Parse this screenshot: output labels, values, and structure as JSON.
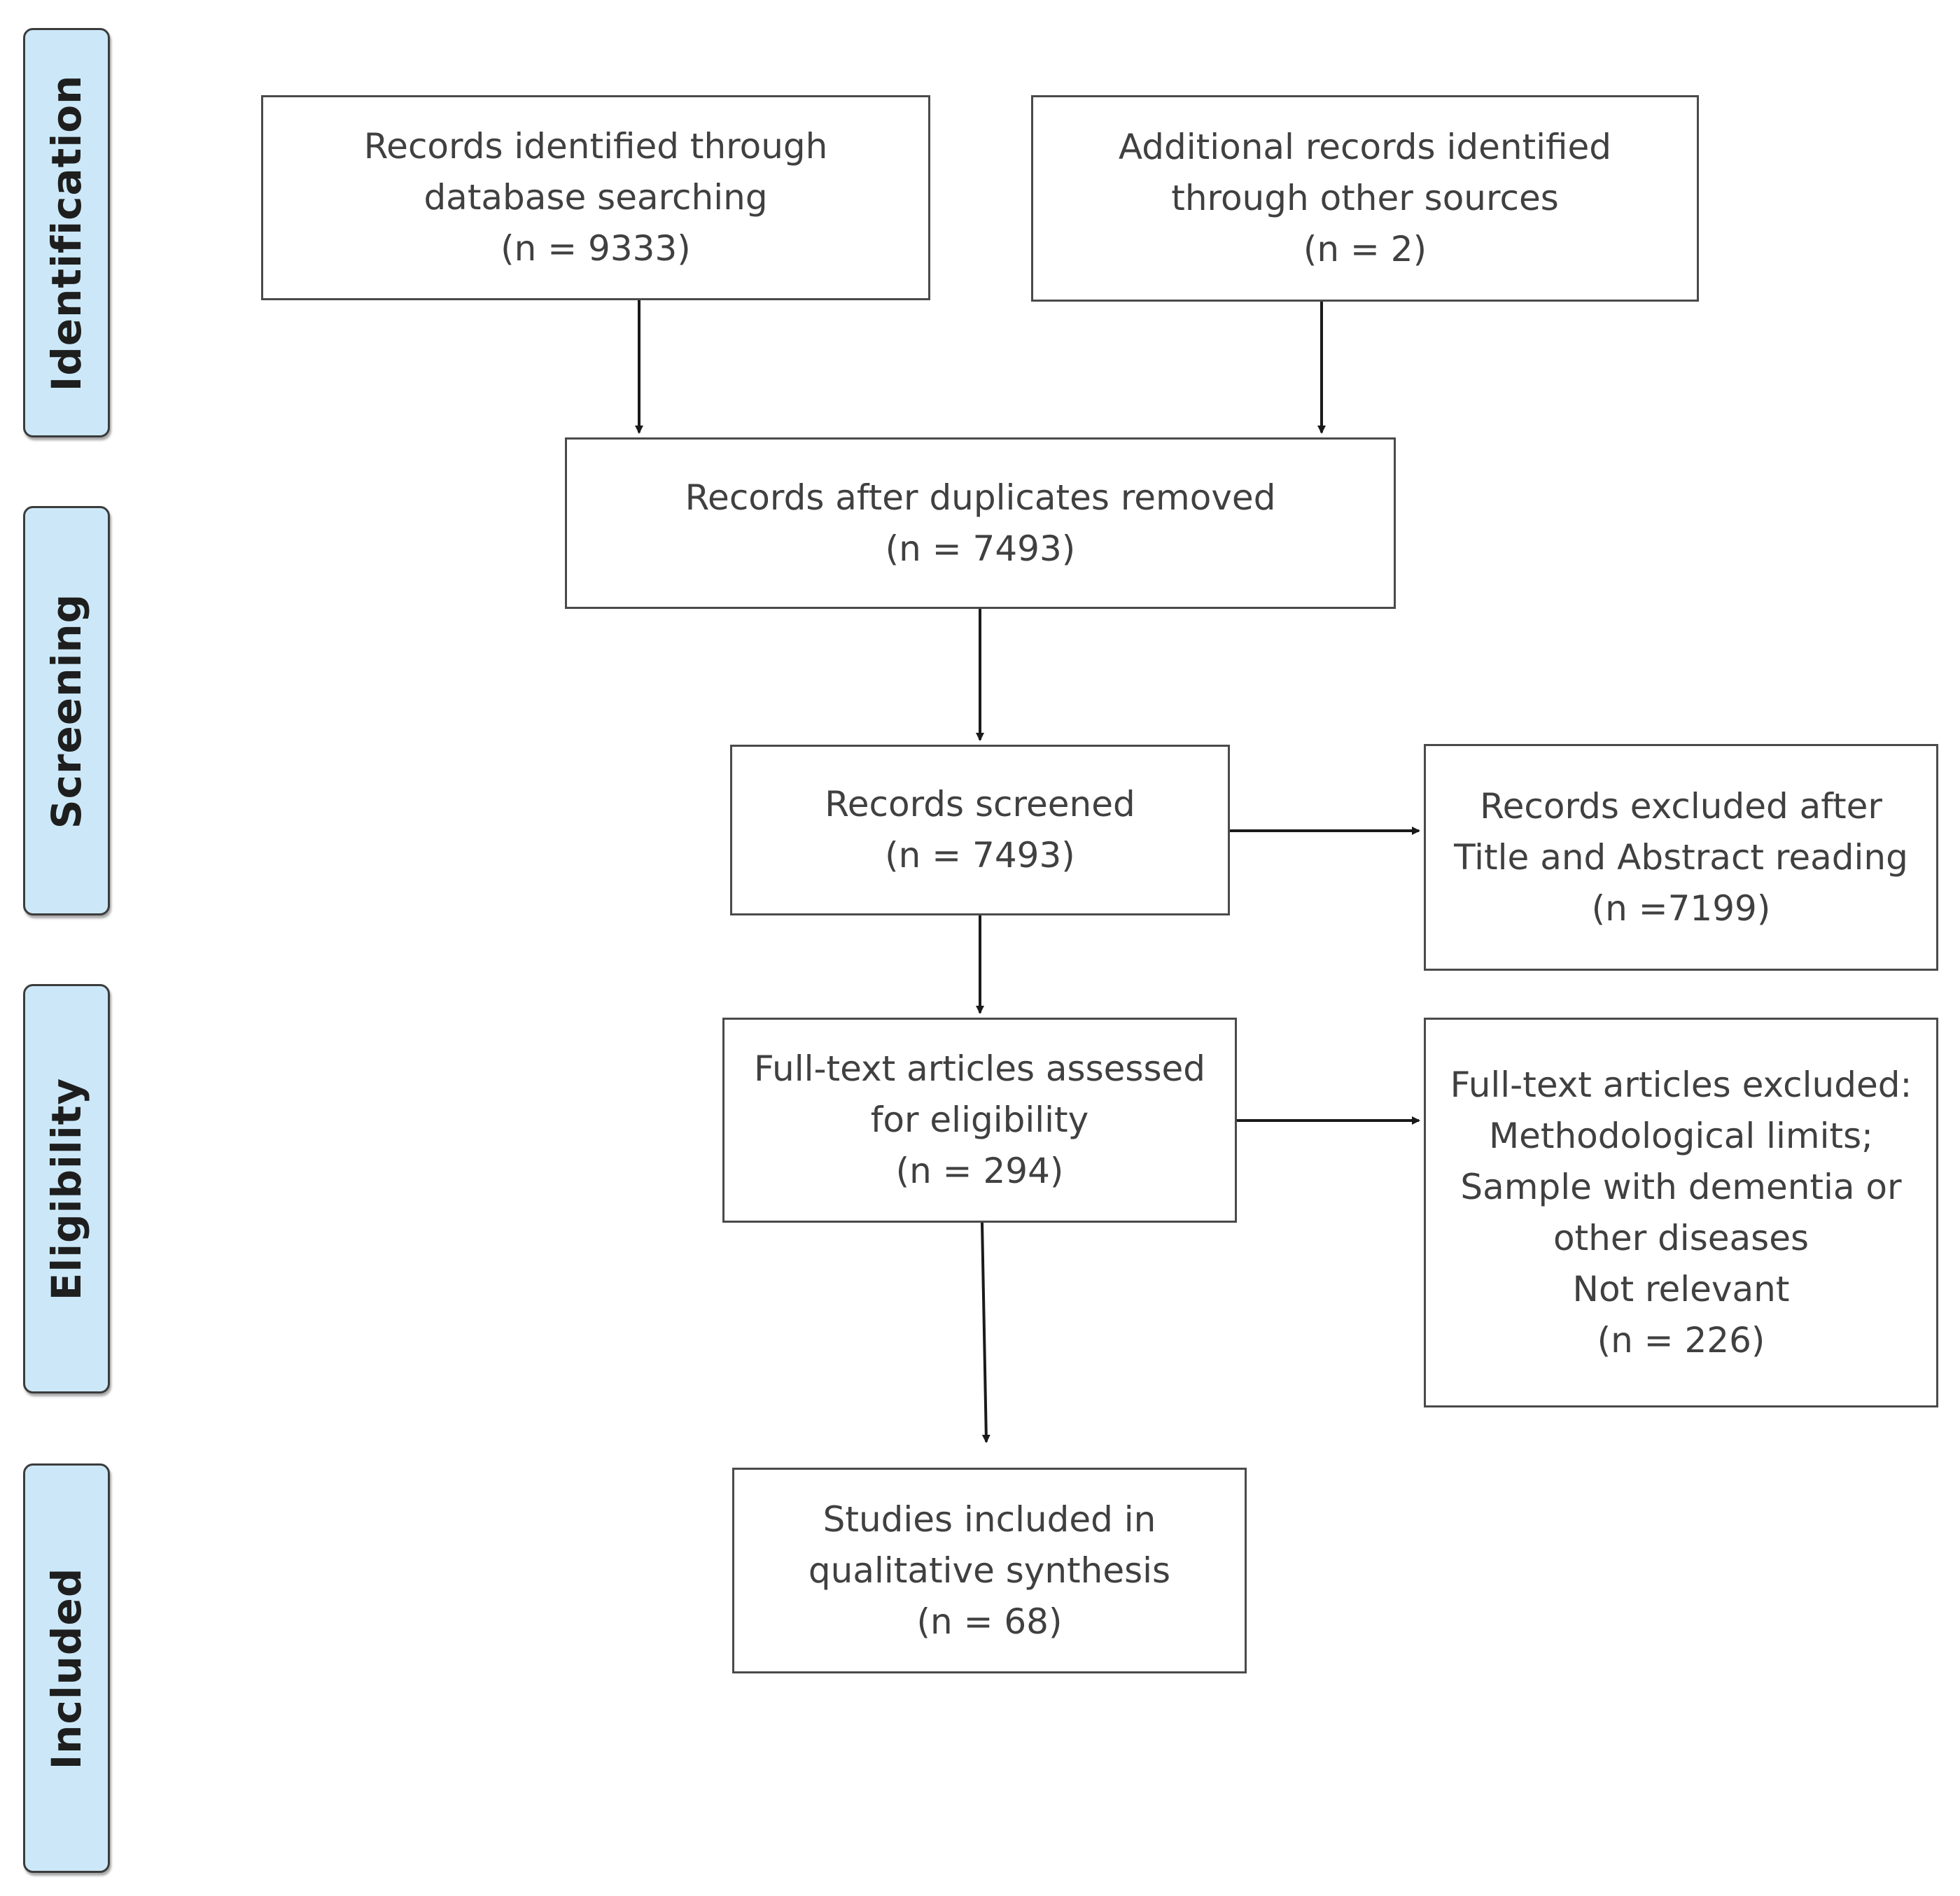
{
  "phases": [
    {
      "id": "identification",
      "label": "Identification"
    },
    {
      "id": "screening",
      "label": "Screening"
    },
    {
      "id": "eligibility",
      "label": "Eligibility"
    },
    {
      "id": "included",
      "label": "Included"
    }
  ],
  "boxes": {
    "database": {
      "lines": [
        "Records identified through",
        "database searching",
        "(n = 9333)"
      ]
    },
    "other_sources": {
      "lines": [
        "Additional records identified",
        "through other sources",
        "(n = 2)"
      ]
    },
    "duplicates_removed": {
      "lines": [
        "Records after duplicates removed",
        "(n = 7493)"
      ]
    },
    "screened": {
      "lines": [
        "Records screened",
        "(n = 7493)"
      ]
    },
    "excluded_title_abstract": {
      "lines": [
        "Records excluded after",
        "Title and Abstract reading",
        "(n =7199)"
      ]
    },
    "fulltext_assessed": {
      "lines": [
        "Full-text articles assessed",
        "for eligibility",
        "(n = 294)"
      ]
    },
    "fulltext_excluded": {
      "lines": [
        "Full-text articles excluded:",
        "Methodological limits;",
        "Sample with dementia or",
        "other diseases",
        "Not relevant",
        "(n = 226)"
      ]
    },
    "included": {
      "lines": [
        "Studies included in",
        "qualitative synthesis",
        "(n = 68)"
      ]
    }
  },
  "colors": {
    "phase_fill": "#cce8f8",
    "phase_border": "#3c3c3c",
    "box_border": "#4a4a4a",
    "text": "#404040",
    "arrow": "#1a1a1a"
  }
}
